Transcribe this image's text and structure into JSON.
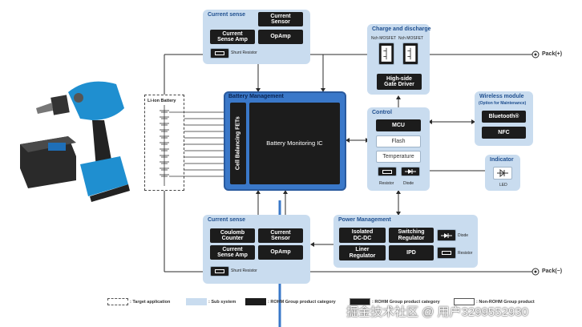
{
  "current_sense_top": {
    "title": "Current sense",
    "current_sensor": "Current\nSensor",
    "current_sense_amp": "Current\nSense Amp",
    "opamp": "OpAmp",
    "shunt_resistor": "Shunt Resistor"
  },
  "charge_discharge": {
    "title": "Charge and discharge",
    "fet_left": "Nch MOSFET",
    "fet_right": "Nch MOSFET",
    "gate_driver": "High-side\nGate Driver"
  },
  "pack_plus": "Pack(+)",
  "pack_minus": "Pack(−)",
  "li_ion": {
    "title": "Li-ion Battery"
  },
  "battery_management": {
    "title": "Battery Management",
    "cell_balancing": "Cell Balancing FETs",
    "monitoring_ic": "Battery Monitoring IC"
  },
  "control": {
    "title": "Control",
    "mcu": "MCU",
    "flash": "Flash",
    "temperature": "Temperature",
    "resistor": "Resistor",
    "diode": "Diode"
  },
  "wireless": {
    "title": "Wireless module",
    "subtitle": "(Option for Maintenance)",
    "bluetooth": "Bluetooth®",
    "nfc": "NFC"
  },
  "indicator": {
    "title": "Indicator",
    "led": "LED"
  },
  "current_sense_bottom": {
    "title": "Current sense",
    "coulomb_counter": "Coulomb\nCounter",
    "current_sensor": "Current\nSensor",
    "current_sense_amp": "Current\nSense Amp",
    "opamp": "OpAmp",
    "shunt_resistor": "Shunt Resistor"
  },
  "power_management": {
    "title": "Power Management",
    "isolated_dcdc": "Isolated\nDC-DC",
    "switching_regulator": "Switching\nRegulator",
    "linear_regulator": "Liner\nRegulator",
    "ipd": "IPD",
    "diode": "Diode",
    "resistor": "Resistor"
  },
  "legend": {
    "target": ": Target application",
    "subsystem": ": Sub system",
    "rohm_product": ": ROHM Group product category",
    "rohm_product_2": ": ROHM Group product category",
    "non_rohm": ": Non-ROHM Group product"
  },
  "watermark": "掘金技术社区 @ 用户3299552930",
  "colors": {
    "subsystem": "#c9dcef",
    "chip": "#1c1c1c",
    "battery_mgmt_blue": "#3a78c9",
    "line": "#2b2b2b",
    "accent": "#1f4f8f"
  }
}
